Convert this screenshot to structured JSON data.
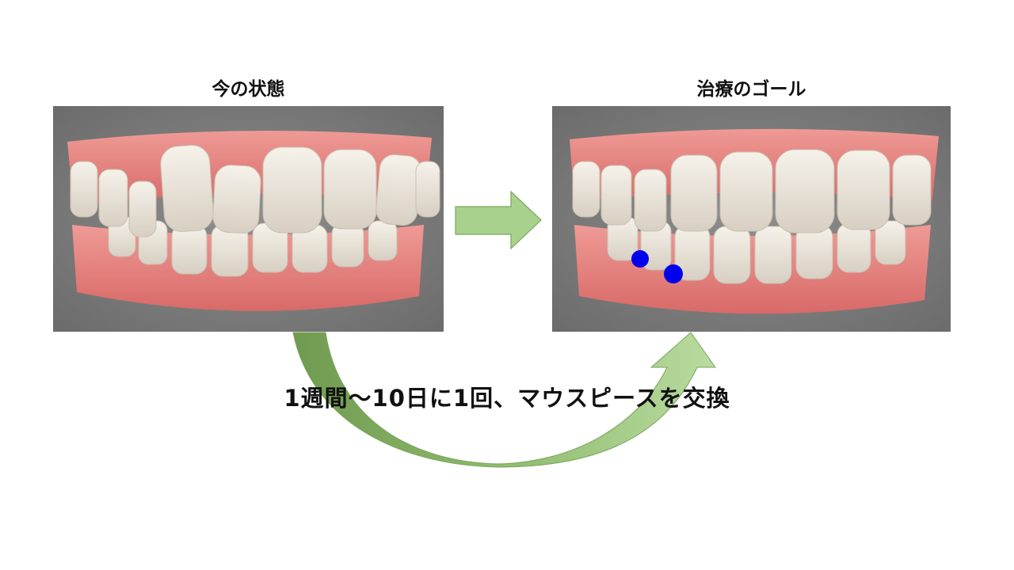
{
  "before": {
    "label": "今の状態"
  },
  "after": {
    "label": "治療のゴール"
  },
  "caption": "1週間～10日に1回、マウスピースを交換",
  "colors": {
    "arrow_fill": "#a9d18e",
    "arrow_stroke": "#7aa55a",
    "curve_dark": "#6f9a50",
    "curve_light": "#b9dba0",
    "gum": "#e07b78",
    "tooth": "#ece6dc",
    "marker": "#0000ee",
    "panel_bg": "#7a7a7a"
  },
  "icons": [
    "right-arrow-icon",
    "curved-arrow-icon",
    "attachment-marker-icon"
  ]
}
